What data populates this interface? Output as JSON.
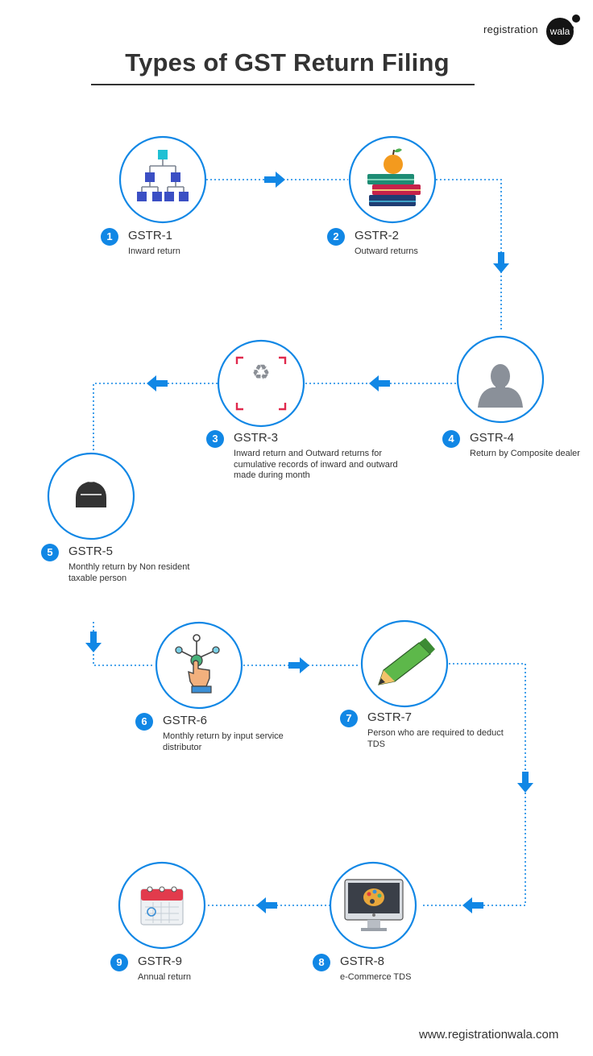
{
  "header": {
    "logo_left": "registration",
    "logo_right": "wala",
    "title": "Types of GST Return Filing"
  },
  "items": [
    {
      "num": "1",
      "name": "GSTR-1",
      "desc": "Inward return",
      "icon": "hierarchy-icon"
    },
    {
      "num": "2",
      "name": "GSTR-2",
      "desc": "Outward returns",
      "icon": "books-apple-icon"
    },
    {
      "num": "3",
      "name": "GSTR-3",
      "desc": "Inward return and Outward returns for cumulative records of inward and outward made during month",
      "icon": "recycle-icon"
    },
    {
      "num": "4",
      "name": "GSTR-4",
      "desc": "Return by Composite dealer",
      "icon": "person-icon"
    },
    {
      "num": "5",
      "name": "GSTR-5",
      "desc": "Monthly return by Non resident taxable person",
      "icon": "hooded-person-icon"
    },
    {
      "num": "6",
      "name": "GSTR-6",
      "desc": "Monthly return by input service distributor",
      "icon": "touch-network-icon"
    },
    {
      "num": "7",
      "name": "GSTR-7",
      "desc": "Person who are required to deduct TDS",
      "icon": "pencil-icon"
    },
    {
      "num": "8",
      "name": "GSTR-8",
      "desc": "e-Commerce TDS",
      "icon": "monitor-palette-icon"
    },
    {
      "num": "9",
      "name": "GSTR-9",
      "desc": "Annual return",
      "icon": "calendar-icon"
    }
  ],
  "footer": {
    "website": "www.registrationwala.com"
  },
  "colors": {
    "accent": "#1187e5",
    "text": "#333333"
  }
}
